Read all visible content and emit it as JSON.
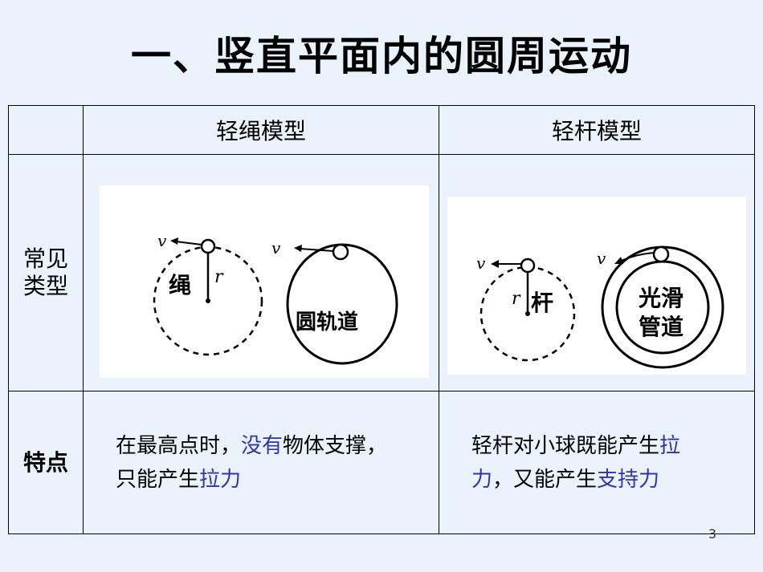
{
  "title": "一、竖直平面内的圆周运动",
  "headers": {
    "col1": "轻绳模型",
    "col2": "轻杆模型"
  },
  "row_labels": {
    "types_line1": "常见",
    "types_line2": "类型",
    "features": "特点"
  },
  "diagrams": {
    "rope": {
      "v": "v",
      "r": "r",
      "label": "绳"
    },
    "track": {
      "v": "v",
      "label": "圆轨道"
    },
    "rod": {
      "v": "v",
      "r": "r",
      "label": "杆"
    },
    "tube": {
      "v": "v",
      "label_line1": "光滑",
      "label_line2": "管道"
    }
  },
  "features": {
    "rope": [
      {
        "text": "在最高点时，",
        "highlight": false
      },
      {
        "text": "没有",
        "highlight": true
      },
      {
        "text": "物体支撑，只能产生",
        "highlight": false
      },
      {
        "text": "拉力",
        "highlight": true
      }
    ],
    "rod": [
      {
        "text": "轻杆对小球既能产生",
        "highlight": false
      },
      {
        "text": "拉力",
        "highlight": true
      },
      {
        "text": "，又能产生",
        "highlight": false
      },
      {
        "text": "支持力",
        "highlight": true
      }
    ]
  },
  "page_number": "3",
  "colors": {
    "background": "#eaf2fb",
    "highlight": "#3333aa"
  }
}
